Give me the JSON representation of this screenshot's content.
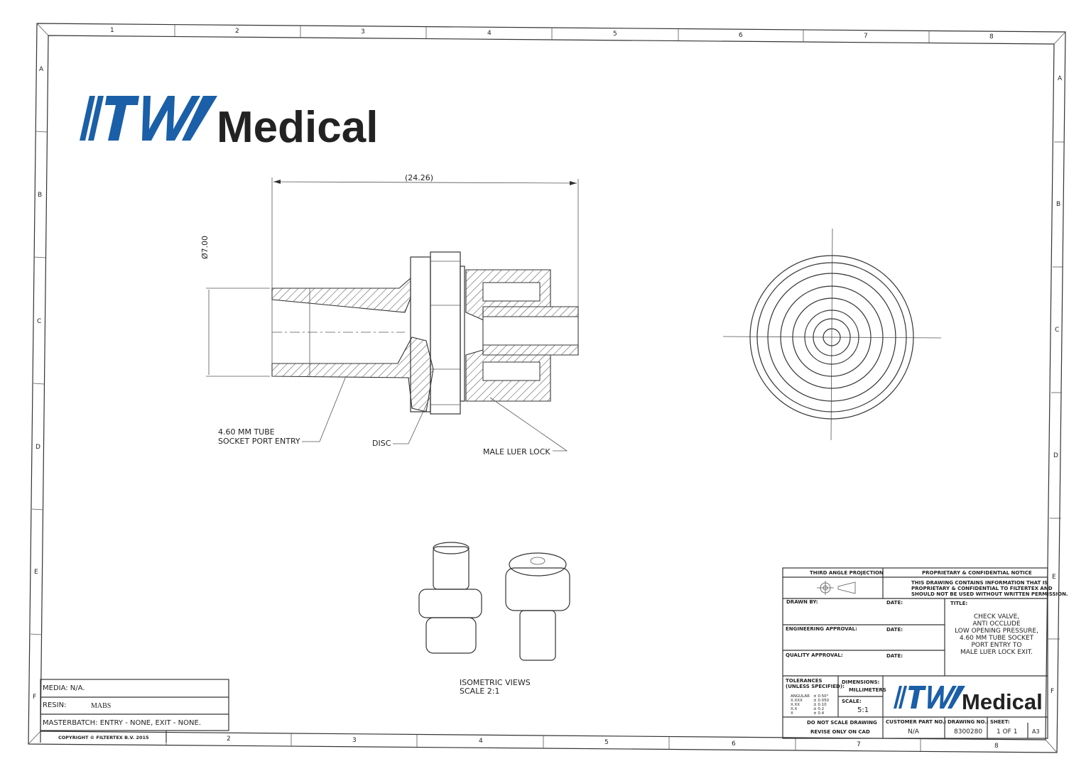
{
  "logo": {
    "mark": "ITW",
    "name": "Medical",
    "brand_color": "#1a5fa8"
  },
  "grid": {
    "columns_top": [
      "1",
      "2",
      "3",
      "4",
      "5",
      "6",
      "7",
      "8"
    ],
    "columns_bottom": [
      "2",
      "3",
      "4",
      "5",
      "6",
      "7",
      "8"
    ],
    "rows": [
      "A",
      "B",
      "C",
      "D",
      "E",
      "F"
    ]
  },
  "section_view": {
    "length_dim": "(24.26)",
    "diameter_dim": "Ø7.00",
    "callout_entry_line1": "4.60 MM TUBE",
    "callout_entry_line2": "SOCKET PORT ENTRY",
    "callout_disc": "DISC",
    "callout_luer": "MALE LUER LOCK"
  },
  "isometric": {
    "label": "ISOMETRIC VIEWS",
    "scale": "SCALE 2:1"
  },
  "material_block": {
    "media": "MEDIA: N/A.",
    "resin_label": "RESIN:",
    "resin_value": "MABS",
    "masterbatch": "MASTERBATCH: ENTRY - NONE, EXIT - NONE.",
    "copyright": "COPYRIGHT © FILTERTEX B.V. 2015"
  },
  "title_block": {
    "projection": "THIRD ANGLE PROJECTION",
    "notice_header": "PROPRIETARY & CONFIDENTIAL NOTICE",
    "notice_text": [
      "THIS DRAWING CONTAINS INFORMATION THAT IS",
      "PROPRIETARY & CONFIDENTIAL TO FILTERTEX AND",
      "SHOULD NOT BE USED WITHOUT WRITTEN PERMISSION."
    ],
    "drawn_by": "DRAWN BY:",
    "date": "DATE:",
    "engineering_approval": "ENGINEERING APPROVAL:",
    "quality_approval": "QUALITY APPROVAL:",
    "title_label": "TITLE:",
    "title_lines": [
      "CHECK VALVE,",
      "ANTI OCCLUDE",
      "LOW OPENING PRESSURE,",
      "4.60 MM TUBE SOCKET",
      "PORT ENTRY TO",
      "MALE LUER LOCK EXIT."
    ],
    "tolerances_label": [
      "TOLERANCES",
      "(UNLESS SPECIFIED):"
    ],
    "tolerances": [
      {
        "k": "ANGULAR",
        "v": "± 0.50°"
      },
      {
        "k": "X.XXX",
        "v": "± 0.050"
      },
      {
        "k": "X.XX",
        "v": "± 0.10"
      },
      {
        "k": "X.X",
        "v": "± 0.2"
      },
      {
        "k": "X",
        "v": "± 0.4"
      }
    ],
    "dimensions_label": "DIMENSIONS:",
    "dimensions_value": "MILLIMETERS",
    "scale_label": "SCALE:",
    "scale_value": "5:1",
    "do_not_scale": "DO NOT SCALE DRAWING",
    "revise": "REVISE ONLY ON CAD",
    "customer_part_label": "CUSTOMER PART NO.:",
    "customer_part_value": "N/A",
    "drawing_no_label": "DRAWING NO.:",
    "drawing_no_value": "8300280",
    "sheet_label": "SHEET:",
    "sheet_value": "1 OF 1",
    "size": "A3"
  }
}
